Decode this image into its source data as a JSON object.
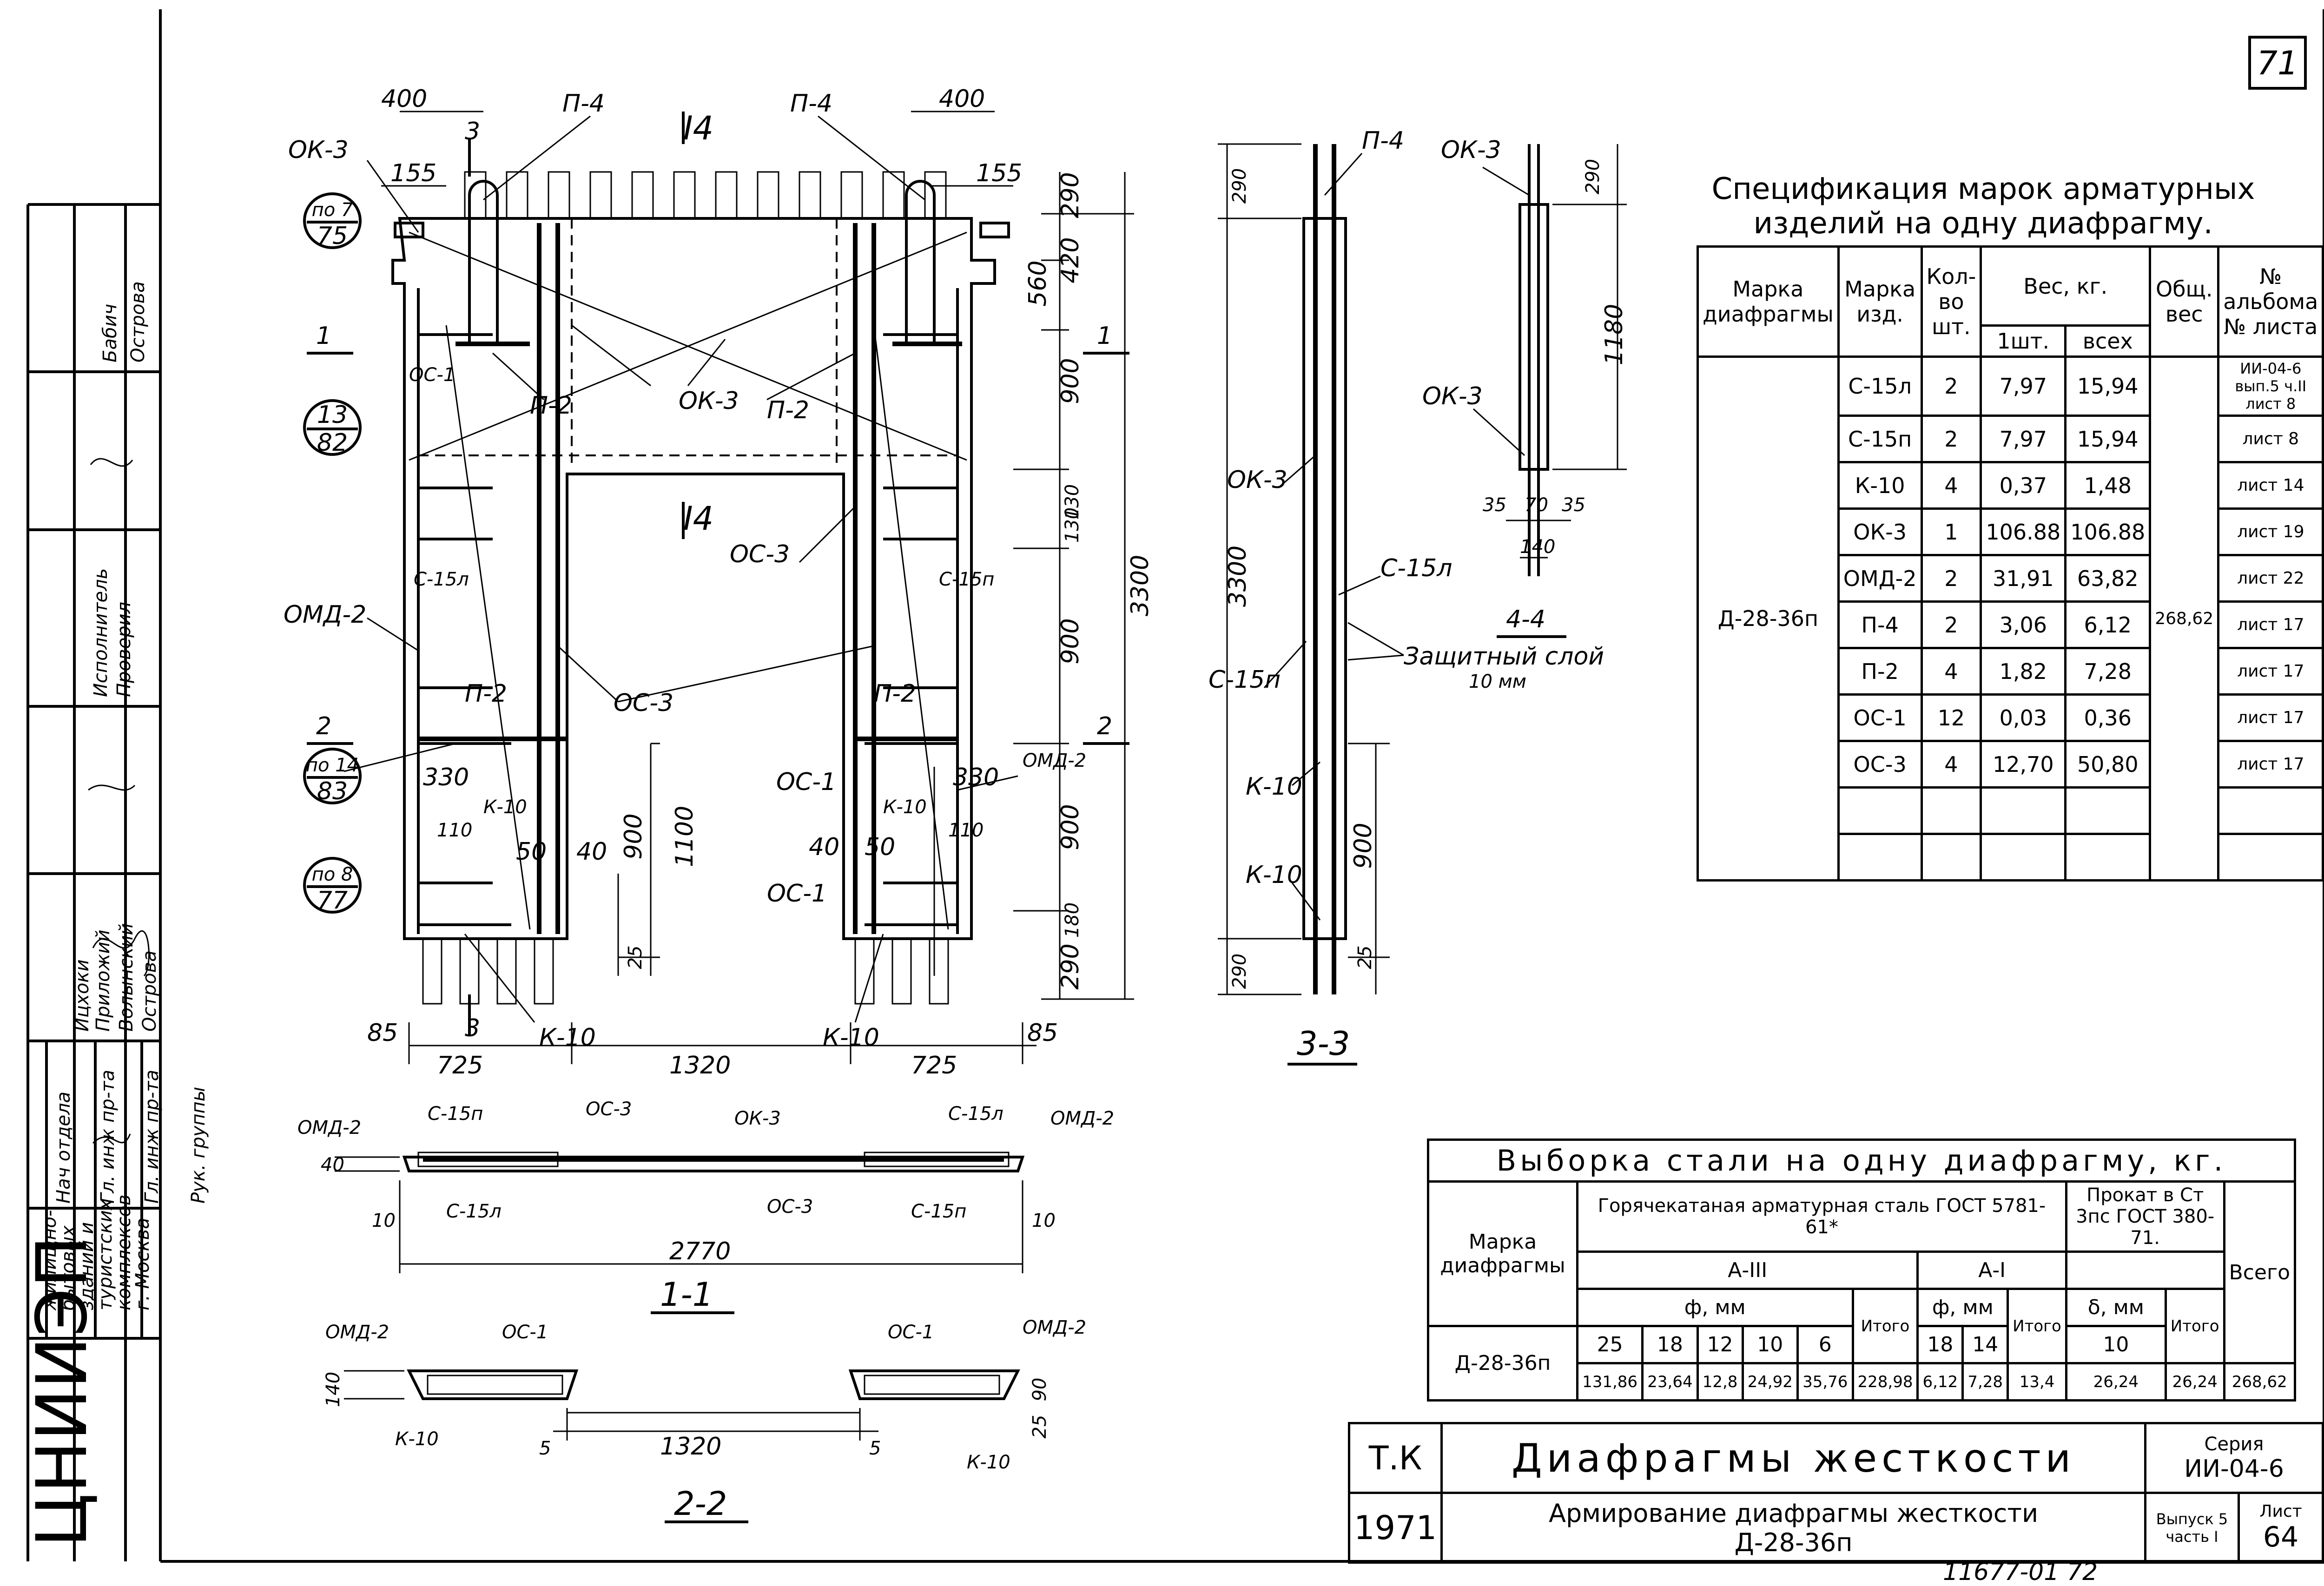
{
  "sheet_number": "71",
  "left_strip": {
    "institute_logo": "ЦНИИЭП",
    "institute_text": [
      "жилищно-",
      "бытовых",
      "зданий и",
      "туристских",
      "комплексов",
      "г. Москва"
    ],
    "roles": [
      "Нач отдела",
      "Гл. инж пр-та",
      "Гл. инж пр-та",
      "Рук. группы",
      "Исполнитель",
      "Проверил"
    ],
    "names": [
      "Ицхоки",
      "Приложий",
      "Волынский",
      "Островa",
      "Бабич",
      "Острова"
    ]
  },
  "drawing": {
    "marks": {
      "ok3": "ОК-3",
      "p4": "П-4",
      "p2": "П-2",
      "oc1": "ОС-1",
      "oc3": "ОС-3",
      "omd2": "ОМД-2",
      "c15l": "С-15л",
      "c15p": "С-15п",
      "k10": "К-10",
      "i4": "I4"
    },
    "dims": {
      "d400": "400",
      "d155": "155",
      "d290": "290",
      "d560": "560",
      "d420": "420",
      "d900": "900",
      "d3300": "3300",
      "d130": "130",
      "d1100": "1100",
      "d180": "180",
      "d25": "25",
      "d85": "85",
      "d725": "725",
      "d1320": "1320",
      "d330": "330",
      "d40": "40",
      "d50": "50",
      "d110": "110",
      "d2770": "2770",
      "d10": "10",
      "d5": "5",
      "d90": "90",
      "d1180": "1180",
      "d35": "35",
      "d70": "70",
      "d140": "140"
    },
    "callouts": [
      {
        "top": "по 7",
        "bottom": "75"
      },
      {
        "top": "13",
        "bottom": "82"
      },
      {
        "top": "по 14",
        "bottom": "83"
      },
      {
        "top": "по 8",
        "bottom": "77"
      }
    ],
    "section_marks": {
      "s1": "1",
      "s2": "2",
      "s3": "3"
    },
    "section_titles": {
      "s11": "1-1",
      "s22": "2-2",
      "s33": "3-3",
      "s44": "4-4"
    },
    "protective_layer": "Защитный слой",
    "protective_layer_value": "10 мм"
  },
  "spec_table": {
    "title_line1": "Спецификация марок арматурных",
    "title_line2": "изделий на одну диафрагму.",
    "headers": [
      "Марка диафрагмы",
      "Марка изд.",
      "Кол-во шт.",
      "Вес, кг.",
      "1шт.",
      "всех",
      "Общ. вес",
      "№ альбома № листа"
    ],
    "diaphragm": "Д-28-36п",
    "total_weight": "268,62",
    "rows": [
      {
        "mark": "С-15л",
        "qty": "2",
        "w1": "7,97",
        "wall": "15,94",
        "ref": "ИИ-04-6 вып.5 ч.II лист 8"
      },
      {
        "mark": "С-15п",
        "qty": "2",
        "w1": "7,97",
        "wall": "15,94",
        "ref": "лист 8"
      },
      {
        "mark": "К-10",
        "qty": "4",
        "w1": "0,37",
        "wall": "1,48",
        "ref": "лист 14"
      },
      {
        "mark": "ОК-3",
        "qty": "1",
        "w1": "106.88",
        "wall": "106.88",
        "ref": "лист 19"
      },
      {
        "mark": "ОМД-2",
        "qty": "2",
        "w1": "31,91",
        "wall": "63,82",
        "ref": "лист 22"
      },
      {
        "mark": "П-4",
        "qty": "2",
        "w1": "3,06",
        "wall": "6,12",
        "ref": "лист 17"
      },
      {
        "mark": "П-2",
        "qty": "4",
        "w1": "1,82",
        "wall": "7,28",
        "ref": "лист 17"
      },
      {
        "mark": "ОС-1",
        "qty": "12",
        "w1": "0,03",
        "wall": "0,36",
        "ref": "лист 17"
      },
      {
        "mark": "ОС-3",
        "qty": "4",
        "w1": "12,70",
        "wall": "50,80",
        "ref": "лист 17"
      }
    ]
  },
  "steel_table": {
    "title": "Выборка стали на одну диафрагму, кг.",
    "mark_header": "Марка диафрагмы",
    "group1": "Горячекатаная арматурная сталь ГОСТ 5781-61*",
    "group2": "Прокат в Ст 3пс ГОСТ 380-71.",
    "class_a3": "А-III",
    "class_a1": "А-I",
    "phi_mm": "ф, мм",
    "delta_mm": "δ, мм",
    "itogo": "Итого",
    "vsego": "Всего",
    "a3_diams": [
      "25",
      "18",
      "12",
      "10",
      "6"
    ],
    "a1_diams": [
      "18",
      "14"
    ],
    "plate_diams": [
      "10"
    ],
    "diaphragm": "Д-28-36п",
    "a3_values": [
      "131,86",
      "23,64",
      "12,8",
      "24,92",
      "35,76"
    ],
    "a3_total": "228,98",
    "a1_values": [
      "6,12",
      "7,28"
    ],
    "a1_total": "13,4",
    "plate_values": [
      "26,24"
    ],
    "plate_total": "26,24",
    "grand_total": "268,62"
  },
  "title_block": {
    "org": "Т.К",
    "year": "1971",
    "title": "Диафрагмы жесткости",
    "subtitle": "Армирование диафрагмы жесткости",
    "subtitle2": "Д-28-36п",
    "series_label": "Серия",
    "series": "ИИ-04-6",
    "issue_label": "Выпуск 5 часть I",
    "sheet_label": "Лист",
    "sheet": "64"
  },
  "bottom_number": "11677-01 72"
}
